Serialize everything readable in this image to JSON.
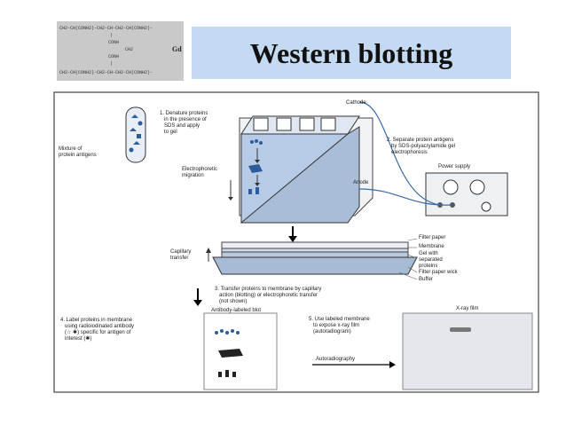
{
  "title": "Western blotting",
  "chem_formula": {
    "line1": "CH2-CH(CONH2)-CH2-CH-CH2-CH(CONH2)-",
    "line2": "|",
    "line3": "CONH",
    "line4": "CH2",
    "line5": "CONH",
    "line6": "|",
    "line7": "CH2-CH(CONH2)-CH2-CH-CH2-CH(CONH2)-",
    "gd": "Gd"
  },
  "labels": {
    "step1": "1. Denature proteins\n   in the presence of\n   SDS and apply\n   to gel",
    "mixture": "Mixture of\nprotein antigens",
    "cathode": "Cathode",
    "step2": "2. Separate protein antigens\n   by SDS-polyacrylamide gel\n   electrophoresis",
    "power_supply": "Power supply",
    "electro_migration": "Electrophoretic\nmigration",
    "anode": "Anode",
    "filter_paper": "Filter paper",
    "membrane": "Membrane",
    "gel_separated": "Gel with\nseparated\nproteins",
    "filter_wick": "Filter paper wick",
    "buffer": "Buffer",
    "capillary": "Capillary\ntransfer",
    "step3": "3. Transfer proteins to membrane by capillary\n   action (blotting) or electrophoretic transfer\n   (not shown)",
    "step4": "4. Label proteins in membrane\n   using radioiodinated antibody\n   (☆ ✱) specific for antigen of\n   interest (✱)",
    "antibody_blot": "Antibody-labeled blot",
    "step5": "5. Use labeled membrane\n   to expose x-ray film\n   (autoradiogram)",
    "xray": "X-ray film",
    "autoradiography": "Autoradiography"
  }
}
